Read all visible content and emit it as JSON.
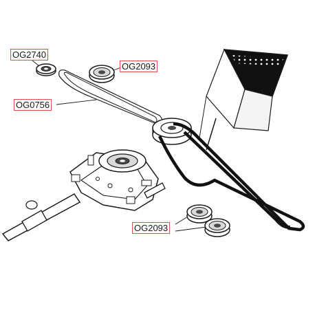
{
  "labels": {
    "og2740": "OG2740",
    "og2093_top": "OG2093",
    "og0756": "OG0756",
    "og2093_bottom": "OG2093"
  },
  "colors": {
    "line": "#1a1a1a",
    "belt": "#111111",
    "label_border": "#e0504a",
    "grey_face": "#d9d9d9",
    "dark_grey": "#4a4a4a"
  }
}
